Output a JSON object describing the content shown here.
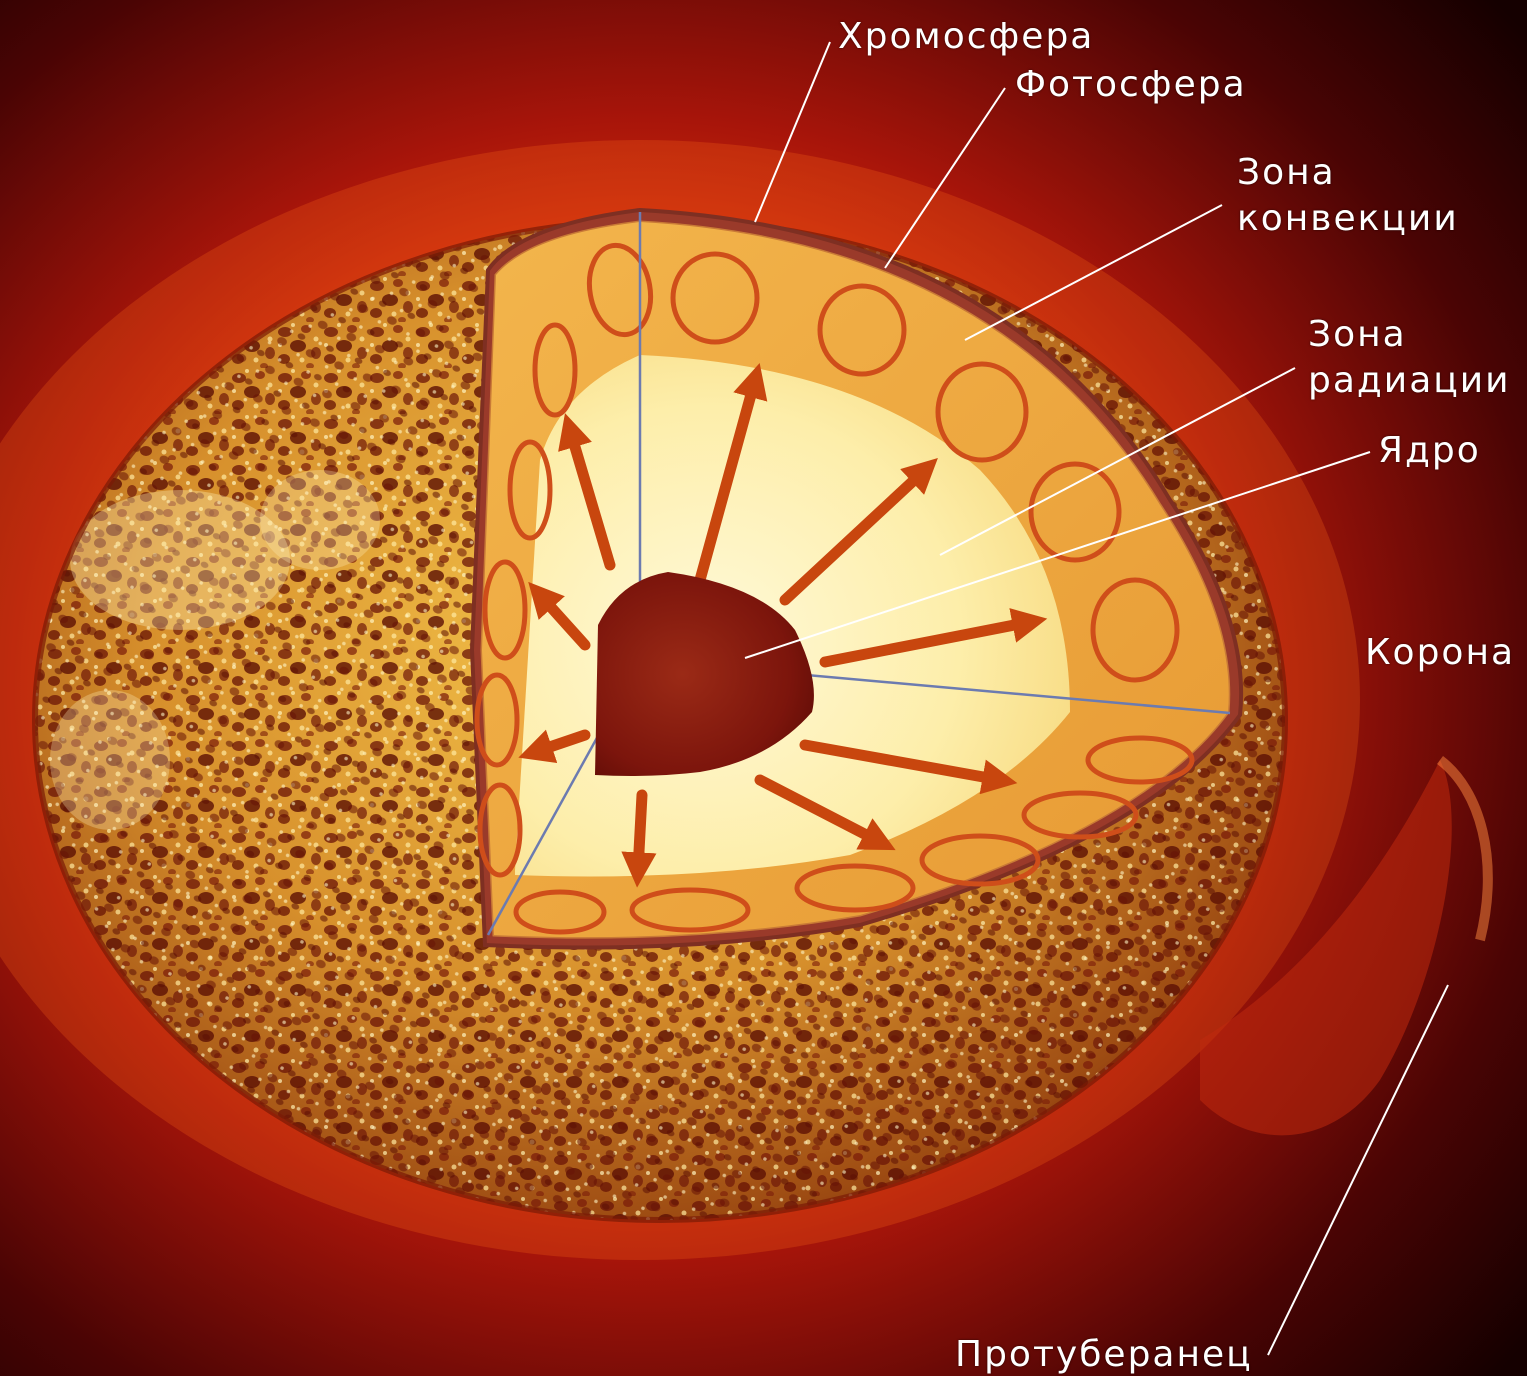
{
  "diagram": {
    "labels": {
      "chromosphere": "Хромосфера",
      "photosphere": "Фотосфера",
      "convection_zone": [
        "Зона",
        "конвекции"
      ],
      "radiation_zone": [
        "Зона",
        "радиации"
      ],
      "core": "Ядро",
      "corona": "Корона",
      "prominence": "Протуберанец"
    }
  }
}
